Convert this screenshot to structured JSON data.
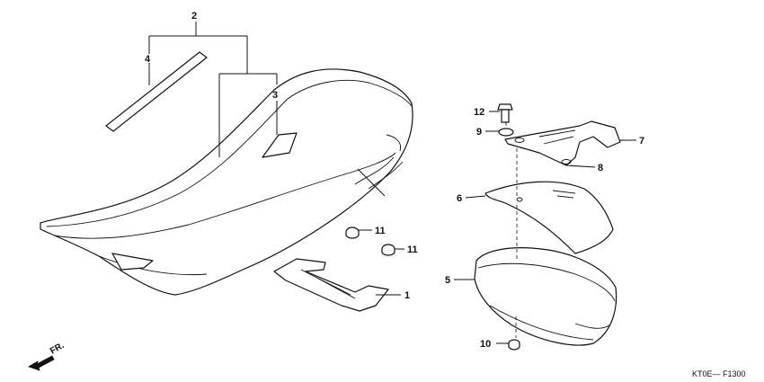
{
  "diagram": {
    "drawing_code": "KT0E— F1300",
    "direction_label": "FR.",
    "callouts": {
      "c1": "1",
      "c2": "2",
      "c3": "3",
      "c4": "4",
      "c5": "5",
      "c6": "6",
      "c7": "7",
      "c8": "8",
      "c9": "9",
      "c10": "10",
      "c11a": "11",
      "c11b": "11",
      "c12": "12"
    }
  }
}
